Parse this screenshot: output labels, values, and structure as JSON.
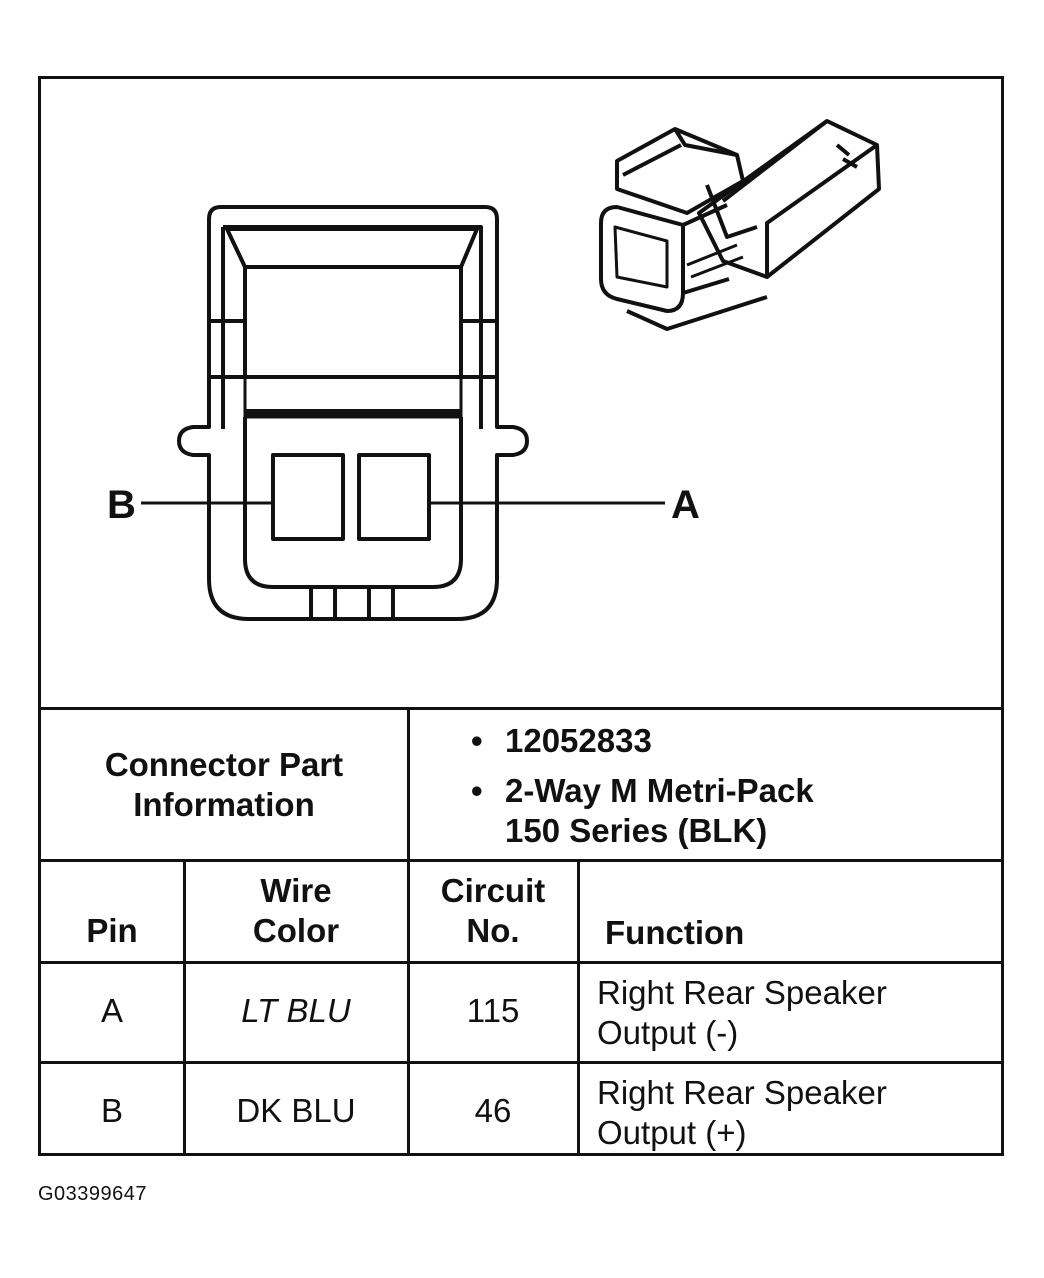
{
  "diagram": {
    "pin_label_b": "B",
    "pin_label_a": "A"
  },
  "part_info": {
    "label_line1": "Connector Part",
    "label_line2": "Information",
    "part_number": "12052833",
    "description_line1": "2-Way M Metri-Pack",
    "description_line2": "150 Series (BLK)"
  },
  "table": {
    "headers": {
      "pin": "Pin",
      "wire_color_line1": "Wire",
      "wire_color_line2": "Color",
      "circuit_line1": "Circuit",
      "circuit_line2": "No.",
      "function": "Function"
    },
    "rows": [
      {
        "pin": "A",
        "wire_color": "LT BLU",
        "circuit": "115",
        "function_line1": "Right Rear Speaker",
        "function_line2": "Output (-)"
      },
      {
        "pin": "B",
        "wire_color": "DK BLU",
        "circuit": "46",
        "function_line1": "Right Rear Speaker",
        "function_line2": "Output (+)"
      }
    ]
  },
  "figure_id": "G03399647"
}
